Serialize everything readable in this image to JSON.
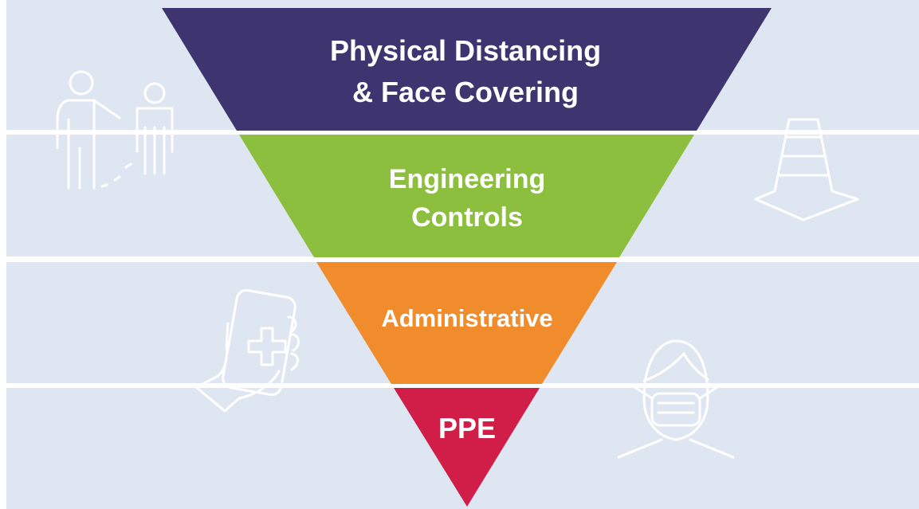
{
  "diagram": {
    "type": "inverted-pyramid",
    "background_color": "#dde6f1",
    "separator_color": "#ffffff",
    "tiers": [
      {
        "lines": [
          "Physical Distancing",
          "& Face Covering"
        ],
        "color": "#3d3470",
        "icon": "people-distancing-icon"
      },
      {
        "lines": [
          "Engineering",
          "Controls"
        ],
        "color": "#8cbf3e",
        "icon": "traffic-cone-icon"
      },
      {
        "lines": [
          "Administrative"
        ],
        "color": "#f08c2c",
        "icon": "hand-holding-phone-medical-icon"
      },
      {
        "lines": [
          "PPE"
        ],
        "color": "#d01e48",
        "icon": "face-mask-icon"
      }
    ]
  }
}
